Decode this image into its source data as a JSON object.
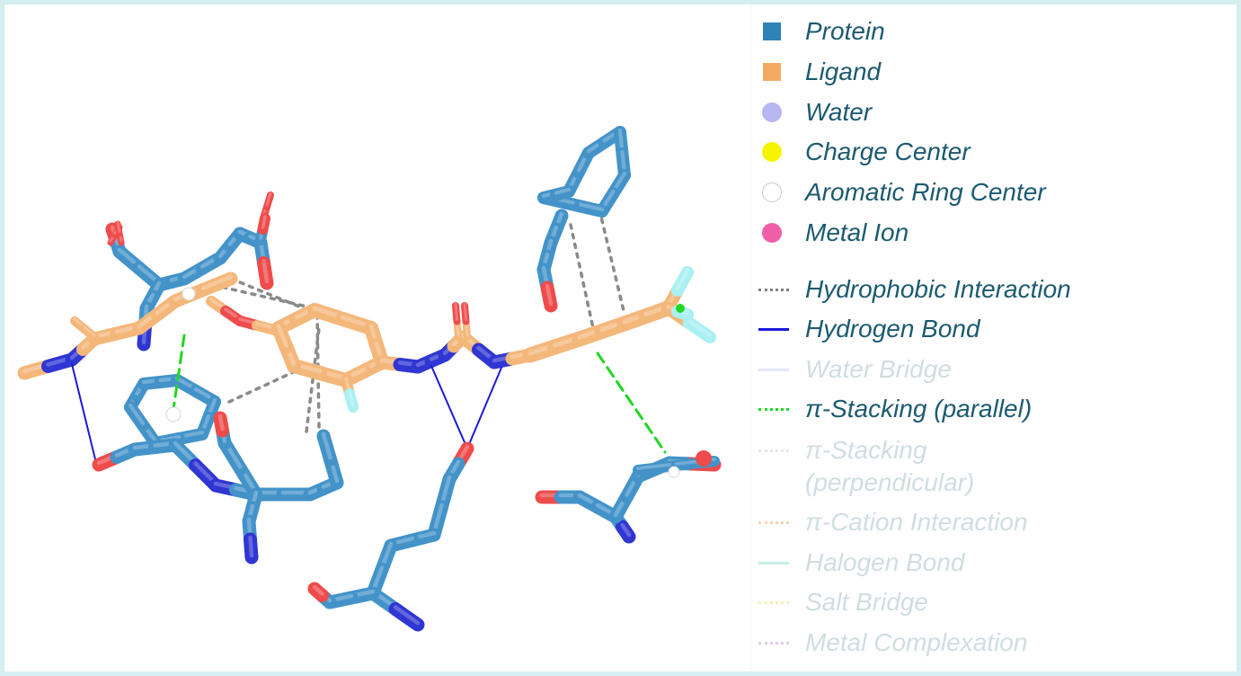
{
  "legend": {
    "components": [
      {
        "label": "Protein",
        "color": "#2e82b6",
        "marker": "square"
      },
      {
        "label": "Ligand",
        "color": "#f5aa62",
        "marker": "square"
      },
      {
        "label": "Water",
        "color": "#b7b7f2",
        "marker": "circle"
      },
      {
        "label": "Charge Center",
        "color": "#f5f500",
        "marker": "circle"
      },
      {
        "label": "Aromatic Ring Center",
        "color": "#ffffff",
        "marker": "circle-outline"
      },
      {
        "label": "Metal Ion",
        "color": "#ef5fa8",
        "marker": "circle"
      }
    ],
    "interactions": [
      {
        "label": "Hydrophobic Interaction",
        "color": "#808080",
        "style": "dotted",
        "active": true
      },
      {
        "label": "Hydrogen Bond",
        "color": "#1a1ad6",
        "style": "solid",
        "active": true
      },
      {
        "label": "Water Bridge",
        "color": "#e6e6f8",
        "style": "solid",
        "active": false
      },
      {
        "label": "π-Stacking (parallel)",
        "color": "#22d622",
        "style": "dotted",
        "active": true
      },
      {
        "label": "π-Stacking\n(perpendicular)",
        "color": "#e3e6ea",
        "style": "dotted",
        "active": false
      },
      {
        "label": "π-Cation Interaction",
        "color": "#f7d3b2",
        "style": "dotted",
        "active": false
      },
      {
        "label": "Halogen Bond",
        "color": "#c6efe8",
        "style": "solid",
        "active": false
      },
      {
        "label": "Salt Bridge",
        "color": "#f2f0b8",
        "style": "dotted",
        "active": false
      },
      {
        "label": "Metal Complexation",
        "color": "#dccde6",
        "style": "dotted",
        "active": false
      }
    ]
  },
  "molecule": {
    "atom_colors": {
      "protein_carbon": "#4393c9",
      "ligand_carbon": "#f4b77a",
      "nitrogen": "#2f36d2",
      "oxygen": "#ef4b4b",
      "fluorine": "#a9f0f2",
      "ring_center": "#ffffff"
    }
  }
}
